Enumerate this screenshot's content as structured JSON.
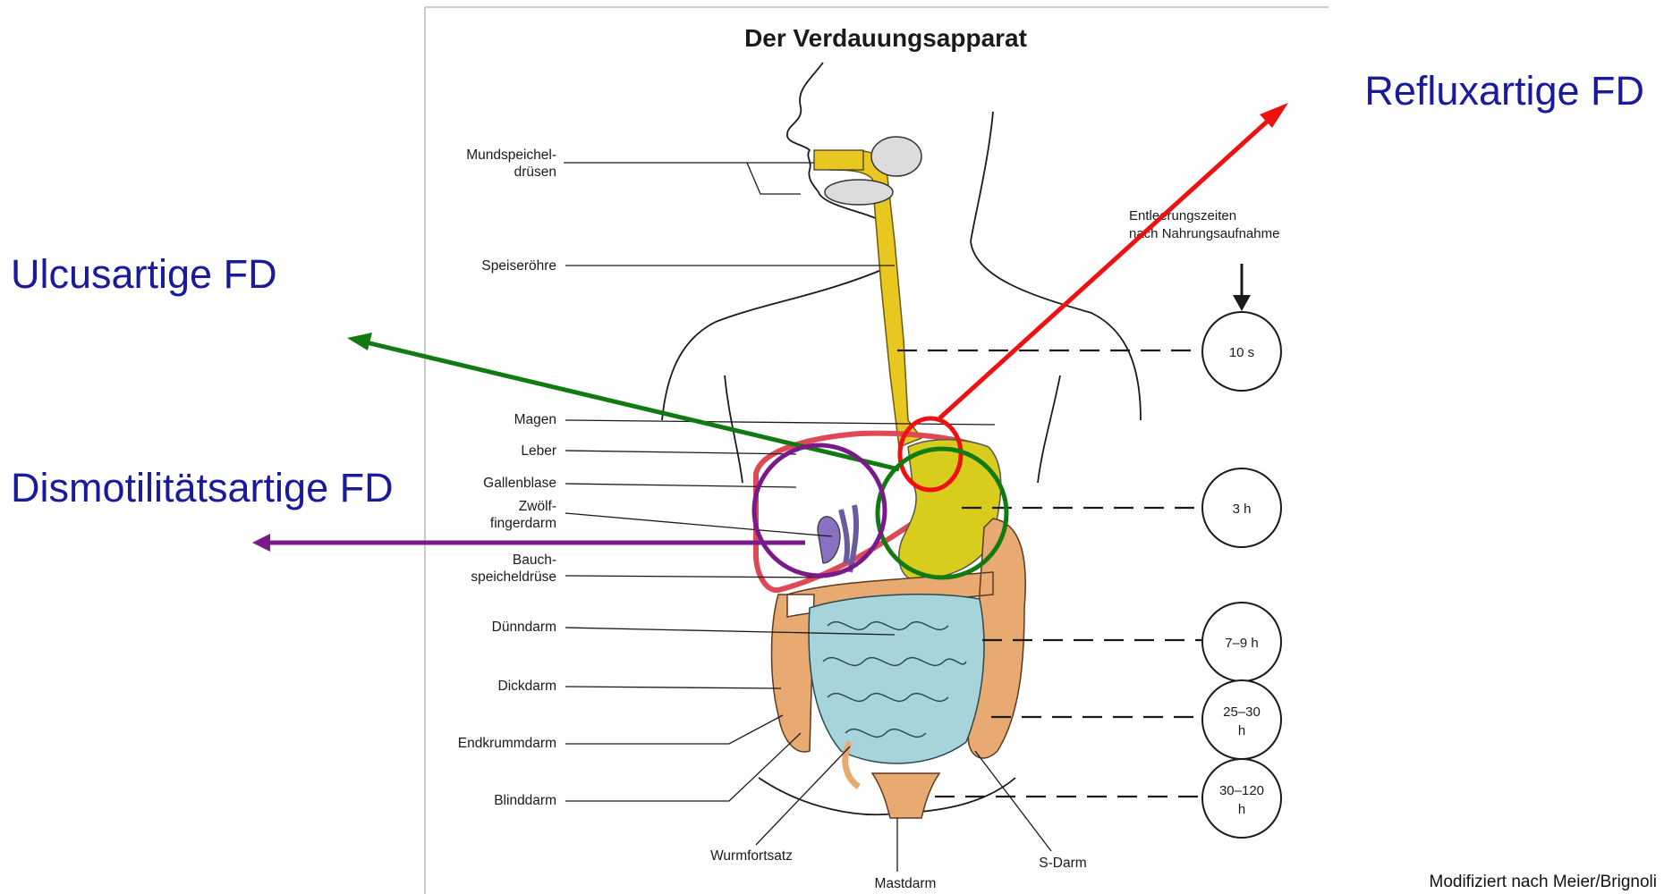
{
  "diagram": {
    "title": "Der Verdauungsapparat",
    "header_note_line1": "Entleerungszeiten",
    "header_note_line2": "nach Nahrungsaufnahme",
    "organ_labels": [
      "Mundspeichel-",
      "drüsen",
      "Speiseröhre",
      "Magen",
      "Leber",
      "Gallenblase",
      "Zwölf-",
      "fingerdarm",
      "Bauch-",
      "speicheldrüse",
      "Dünndarm",
      "Dickdarm",
      "Endkrummdarm",
      "Blinddarm",
      "Wurmfortsatz",
      "Mastdarm",
      "S-Darm"
    ],
    "transit_times": [
      {
        "line1": "10 s",
        "line2": ""
      },
      {
        "line1": "3 h",
        "line2": ""
      },
      {
        "line1": "7–9 h",
        "line2": ""
      },
      {
        "line1": "25–30",
        "line2": "h"
      },
      {
        "line1": "30–120",
        "line2": "h"
      }
    ]
  },
  "annotations": {
    "reflux": {
      "label": "Refluxartige FD",
      "color": "#ee1111"
    },
    "ulcus": {
      "label": "Ulcusartige FD",
      "color": "#127a12"
    },
    "dysmotility": {
      "label": "Dismotilitätsartige FD",
      "color": "#7a1a8a"
    }
  },
  "colors": {
    "esophagus": "#e8c820",
    "stomach": "#d8cc1c",
    "liver_outline": "#dd4a55",
    "small_intestine": "#a6d4da",
    "large_intestine": "#e8aa70",
    "gallbladder": "#8a70c0",
    "label_blue": "#1a1a9c"
  },
  "credit": "Modifiziert nach Meier/Brignoli"
}
